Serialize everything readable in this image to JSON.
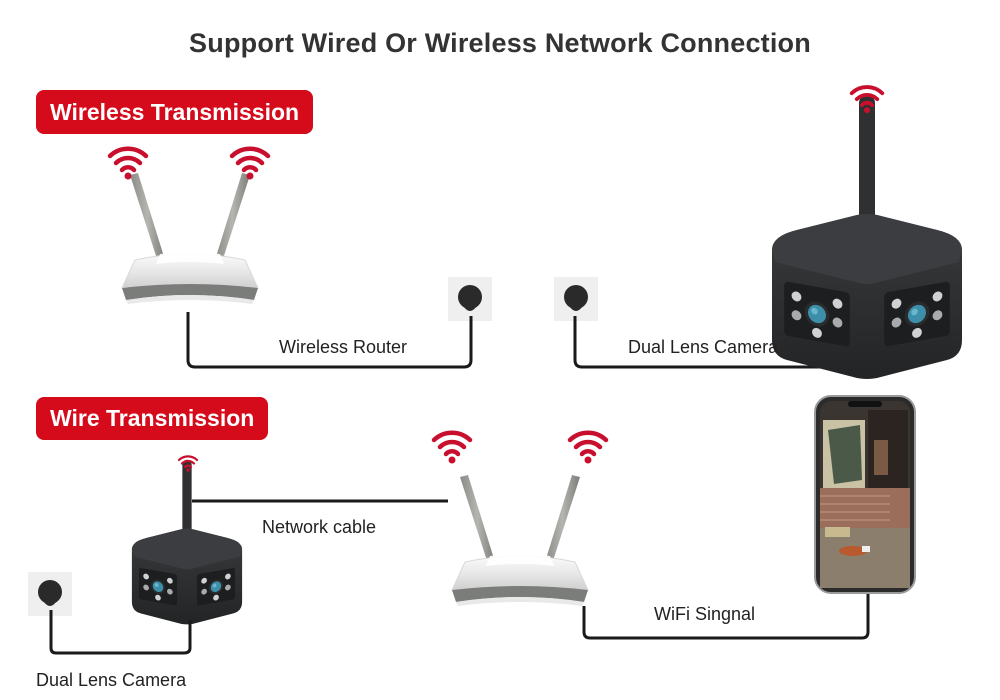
{
  "title": "Support Wired Or Wireless Network Connection",
  "sections": {
    "wireless": {
      "badge": "Wireless Transmission",
      "labels": {
        "router": "Wireless Router",
        "camera": "Dual Lens Camera"
      }
    },
    "wire": {
      "badge": "Wire Transmission",
      "labels": {
        "camera": "Dual Lens Camera",
        "cable": "Network cable",
        "wifi": "WiFi Singnal"
      }
    }
  },
  "colors": {
    "accent_red": "#d50b1c",
    "wifi_red": "#c8102e",
    "title_text": "#333333",
    "camera_body": "#2e2f31",
    "cable": "#1a1a1a"
  },
  "icons": [
    "wifi-signal-icon",
    "router-icon",
    "power-socket-icon",
    "dual-lens-camera-icon",
    "smartphone-icon"
  ]
}
